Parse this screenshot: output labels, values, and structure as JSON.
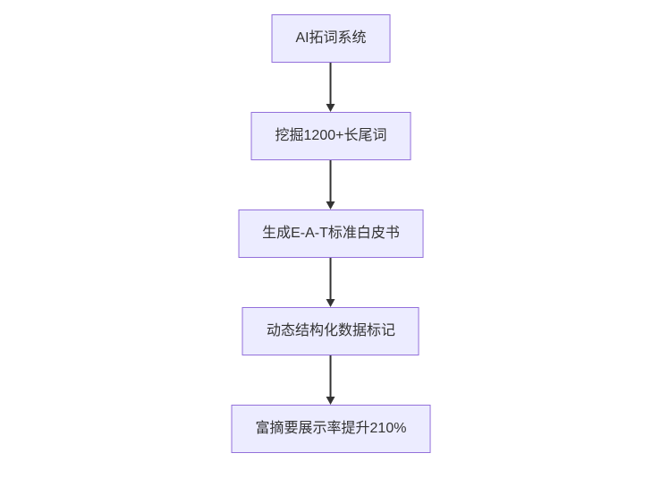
{
  "flowchart": {
    "type": "vertical-flowchart",
    "nodes": [
      {
        "id": "node-1",
        "label": "AI拓词系统"
      },
      {
        "id": "node-2",
        "label": "挖掘1200+长尾词"
      },
      {
        "id": "node-3",
        "label": "生成E-A-T标准白皮书"
      },
      {
        "id": "node-4",
        "label": "动态结构化数据标记"
      },
      {
        "id": "node-5",
        "label": "富摘要展示率提升210%"
      }
    ],
    "connections": [
      {
        "from": "node-1",
        "to": "node-2"
      },
      {
        "from": "node-2",
        "to": "node-3"
      },
      {
        "from": "node-3",
        "to": "node-4"
      },
      {
        "from": "node-4",
        "to": "node-5"
      }
    ],
    "colors": {
      "background": "#ffffff",
      "node_fill": "#ECECFF",
      "node_border": "#9370DB",
      "arrow": "#333333",
      "text": "#333333"
    }
  }
}
